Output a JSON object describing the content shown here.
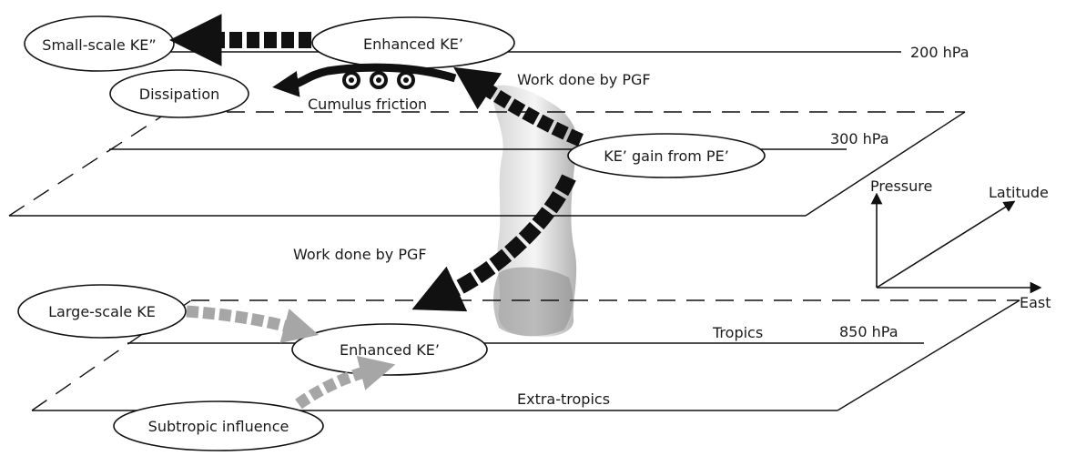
{
  "levels": {
    "p200": "200 hPa",
    "p300": "300 hPa",
    "p850": "850 hPa"
  },
  "regions": {
    "tropics": "Tropics",
    "extratropics": "Extra-tropics"
  },
  "bubbles": {
    "small_scale": "Small-scale KE”",
    "enhanced_upper": "Enhanced KE’",
    "dissipation": "Dissipation",
    "ke_gain": "KE’ gain from PE’",
    "large_scale": "Large-scale KE",
    "enhanced_lower": "Enhanced KE’",
    "subtropic": "Subtropic influence"
  },
  "labels": {
    "work_pgf_upper": "Work done by PGF",
    "cumulus_friction": "Cumulus friction",
    "work_pgf_lower": "Work done by PGF"
  },
  "axes": {
    "pressure": "Pressure",
    "latitude": "Latitude",
    "east": "East"
  },
  "colors": {
    "ink": "#111111",
    "gray_arrow": "#a6a6a6",
    "cloud": "#9a9a9a"
  }
}
